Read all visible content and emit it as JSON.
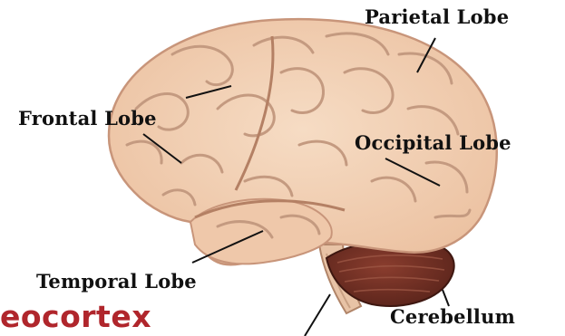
{
  "diagram": {
    "labels": {
      "parietal": "Parietal Lobe",
      "frontal": "Frontal Lobe",
      "occipital": "Occipital Lobe",
      "temporal": "Temporal Lobe",
      "cerebellum": "Cerebellum"
    },
    "caption": "eocortex",
    "colors": {
      "cortex_fill": "#f1cfb4",
      "cortex_outline": "#c8957a",
      "gyri_lines": "#c49a80",
      "cerebellum": "#6e2f24",
      "brainstem": "#e8c3a6",
      "caption_red": "#b0262c",
      "leader_lines": "#111111"
    }
  }
}
